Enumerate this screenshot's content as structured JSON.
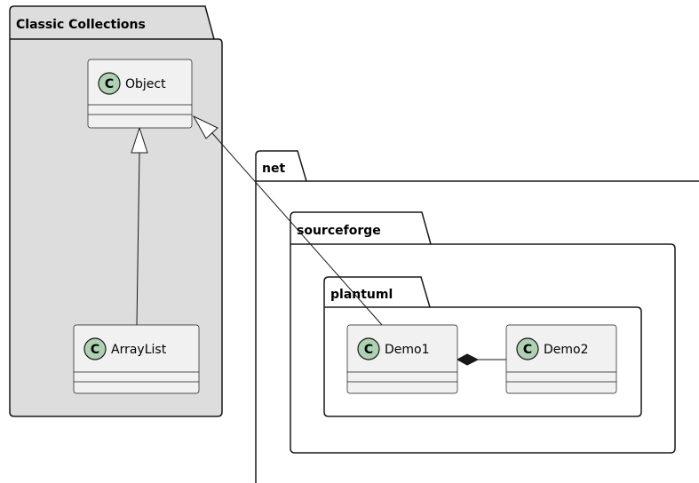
{
  "packages": {
    "classic_collections": {
      "label": "Classic Collections"
    },
    "net": {
      "label": "net"
    },
    "sourceforge": {
      "label": "sourceforge"
    },
    "plantuml": {
      "label": "plantuml"
    }
  },
  "classes": {
    "object": {
      "name": "Object",
      "stereotype_letter": "C"
    },
    "arraylist": {
      "name": "ArrayList",
      "stereotype_letter": "C"
    },
    "demo1": {
      "name": "Demo1",
      "stereotype_letter": "C"
    },
    "demo2": {
      "name": "Demo2",
      "stereotype_letter": "C"
    }
  },
  "relations": [
    {
      "from": "ArrayList",
      "to": "Object",
      "type": "inheritance"
    },
    {
      "from": "Demo1",
      "to": "Object",
      "type": "inheritance"
    },
    {
      "from": "Demo1",
      "to": "Demo2",
      "type": "composition"
    }
  ],
  "colors": {
    "package_fill_classic": "#dddddd",
    "class_fill": "#f1f1f1",
    "class_border": "#181818",
    "badge_fill": "#add1b2",
    "line": "#181818"
  }
}
